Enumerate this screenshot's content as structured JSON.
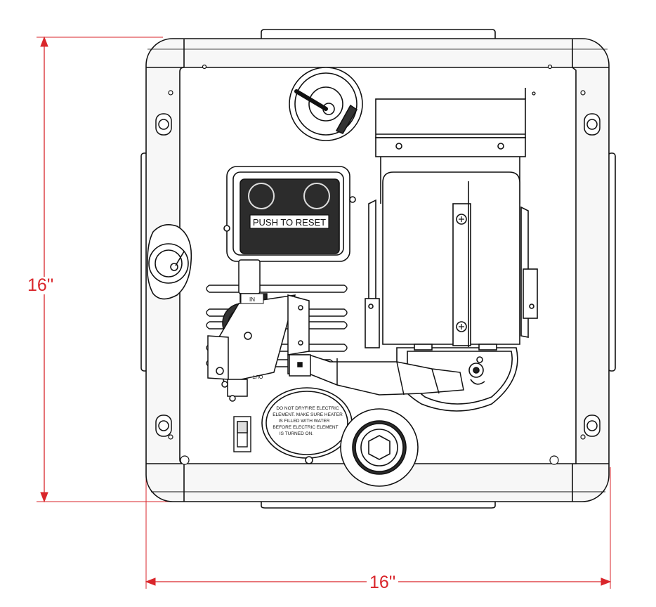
{
  "dimensions": {
    "height_label": "16''",
    "width_label": "16''"
  },
  "labels": {
    "reset_button": "PUSH TO RESET",
    "warning_lines": [
      "DO NOT DRYFIRE ELECTRIC",
      "ELEMENT. MAKE SURE HEATER",
      "IS FILLED WITH WATER",
      "BEFORE ELECTRIC ELEMENT",
      "IS TURNED ON."
    ],
    "valve_in": "IN",
    "valve_out": "OUT"
  },
  "colors": {
    "dimension": "#d9262b",
    "drawing": "#111111",
    "panel_fill": "#ffffff",
    "housing_fill": "#f4f4f4"
  }
}
